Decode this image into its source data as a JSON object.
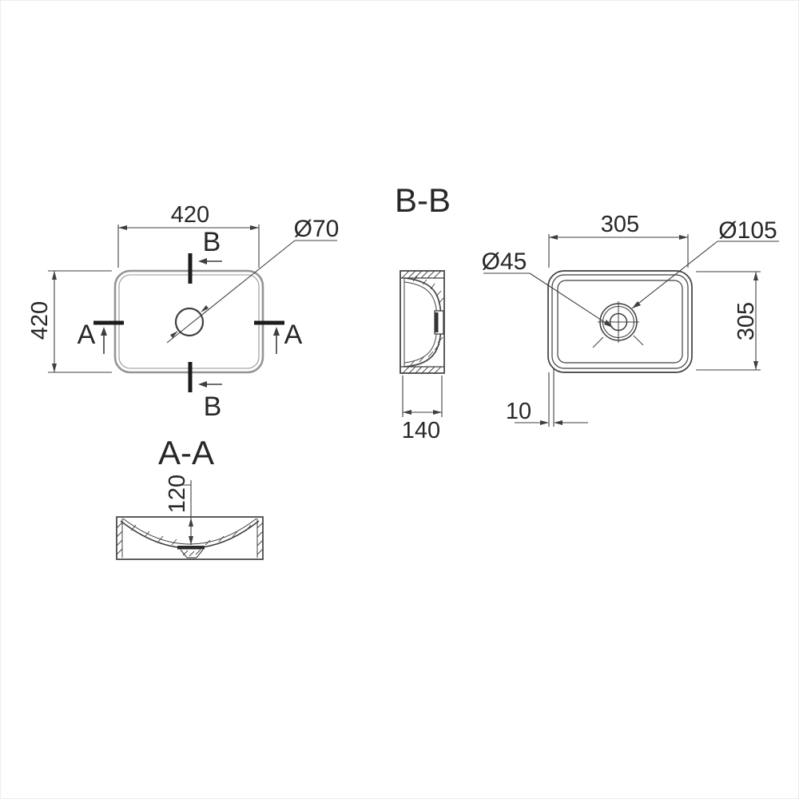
{
  "colors": {
    "line": "#3f3f3f",
    "thick": "#1c1c1c",
    "rim_gray": "#949494",
    "text": "#272727",
    "background": "#ffffff"
  },
  "views": {
    "plan": {
      "width_dim": "420",
      "height_dim": "420",
      "drain_dim": "Ø70",
      "section_b_label": "B",
      "section_a_label": "A"
    },
    "section_bb": {
      "title": "B-B",
      "depth_dim": "140"
    },
    "bottom": {
      "width_dim": "305",
      "height_dim": "305",
      "drain_outer_dim": "Ø105",
      "drain_inner_dim": "Ø45",
      "rim_dim": "10"
    },
    "section_aa": {
      "title": "A-A",
      "height_dim": "120"
    }
  }
}
